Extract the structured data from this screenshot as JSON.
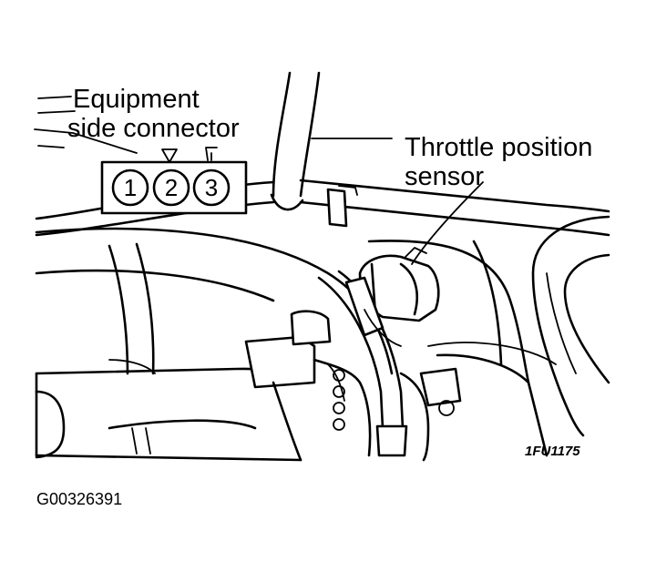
{
  "labels": {
    "equipment_line1": "Equipment",
    "equipment_line2": "side connector",
    "sensor_line1": "Throttle position",
    "sensor_line2": "sensor"
  },
  "connector": {
    "pins": [
      "1",
      "2",
      "3"
    ]
  },
  "drawing_code": "1FU1175",
  "figure_id": "G00326391"
}
